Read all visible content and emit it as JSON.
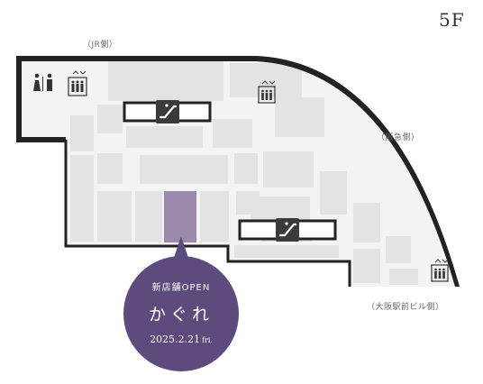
{
  "floor": {
    "label": "5F"
  },
  "directions": {
    "jr": "（JR側）",
    "hankyu": "（阪急側）",
    "osaka_ekimae": "（大阪駅前ビル側）"
  },
  "new_store": {
    "heading": "新店舗OPEN",
    "name": "かぐれ",
    "date": "2025.2.21",
    "day": "fri."
  },
  "facilities": [
    {
      "icon": "restroom-icon"
    },
    {
      "icon": "elevator-icon"
    },
    {
      "icon": "escalator-icon"
    }
  ],
  "colors": {
    "highlight_shop": "#9b8aab",
    "badge": "#5e4b7d",
    "outline": "#222222",
    "block": "#e3e3e3"
  }
}
